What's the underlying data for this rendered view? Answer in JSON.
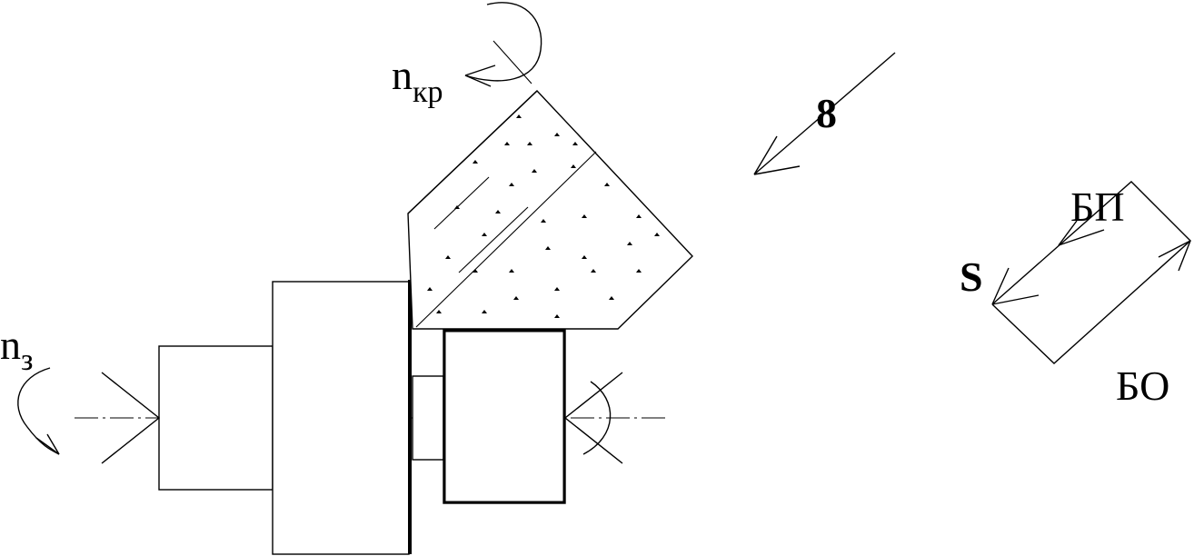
{
  "labels": {
    "n_kr": "n",
    "n_kr_sub": "кр",
    "n_z": "n",
    "n_z_sub": "з",
    "view_number": "8",
    "bp": "БП",
    "s": "S",
    "bo": "БО"
  }
}
